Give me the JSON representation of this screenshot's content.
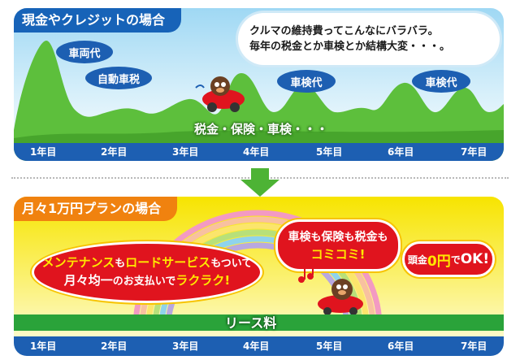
{
  "top_panel": {
    "title": "現金やクレジットの場合",
    "speech_lines": [
      "クルマの維持費ってこんなにバラバラ。",
      "毎年の税金とか車検とか結構大変・・・。"
    ],
    "bubbles": [
      "車両代",
      "自動車税",
      "車検代",
      "車検代"
    ],
    "center_label": "税金・保険・車検・・・"
  },
  "bottom_panel": {
    "title": "月々1万円プランの場合",
    "oval_main": {
      "line1_a": "メンテナンス",
      "line1_b": "も",
      "line1_c": "ロードサービス",
      "line1_d": "もついて",
      "line2_a": "月々均一",
      "line2_b": "のお支払いで",
      "line2_c": "ラクラク!"
    },
    "oval_komikomi": {
      "line1_a": "車検",
      "line1_b": "も",
      "line1_c": "保険",
      "line1_d": "も",
      "line1_e": "税金",
      "line1_f": "も",
      "line2": "コミコミ!"
    },
    "oval_zero": {
      "a": "頭金",
      "b": "0円",
      "c": "で",
      "d": "OK!"
    },
    "lease_label": "リース料"
  },
  "years": [
    "1年目",
    "2年目",
    "3年目",
    "4年目",
    "5年目",
    "6年目",
    "7年目"
  ],
  "colors": {
    "blue": "#1d5fb2",
    "green": "#2aa33a",
    "orange": "#f0820f",
    "red": "#e0141e",
    "yellow": "#f7e400"
  },
  "icons": [
    "down-arrow-icon",
    "mole-driver-car-icon",
    "music-note-icon"
  ]
}
